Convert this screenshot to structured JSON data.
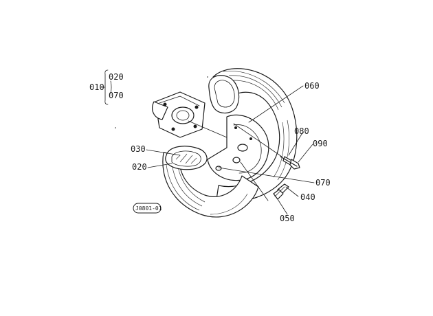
{
  "diagram": {
    "reference_code": "J0801-01",
    "assembly": {
      "label": "010",
      "members": [
        "020",
        "070"
      ]
    },
    "parts": [
      {
        "id": "020"
      },
      {
        "id": "030"
      },
      {
        "id": "040"
      },
      {
        "id": "050"
      },
      {
        "id": "060"
      },
      {
        "id": "070"
      },
      {
        "id": "080"
      },
      {
        "id": "090"
      }
    ]
  }
}
